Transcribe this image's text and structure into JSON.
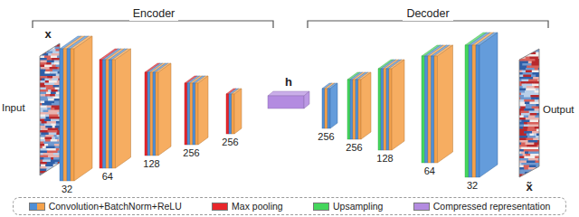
{
  "diagram": {
    "nodes": [
      {
        "text": [
          "32"
        ]
      },
      {
        "text": [
          "64"
        ]
      },
      {
        "text": [
          "128"
        ]
      },
      {
        "text": [
          "256"
        ]
      },
      {
        "text": [
          "256"
        ]
      },
      {
        "text": [
          "h"
        ]
      },
      {
        "text": [
          "256"
        ]
      },
      {
        "text": [
          "256"
        ]
      },
      {
        "text": [
          "128"
        ]
      },
      {
        "text": [
          "64"
        ]
      },
      {
        "text": [
          "32"
        ]
      }
    ],
    "labels": [
      "Encoder",
      "Decoder",
      "x",
      "Input",
      "Output",
      "x̃"
    ],
    "legend": [
      {
        "text": "Convolution+BatchNorm+ReLU"
      },
      {
        "text": "Max pooling",
        "color": "#e8262b"
      },
      {
        "text": "Upsampling",
        "color": "#44d65c"
      },
      {
        "text": "Compressed representation",
        "color": "#b38be0"
      }
    ]
  }
}
